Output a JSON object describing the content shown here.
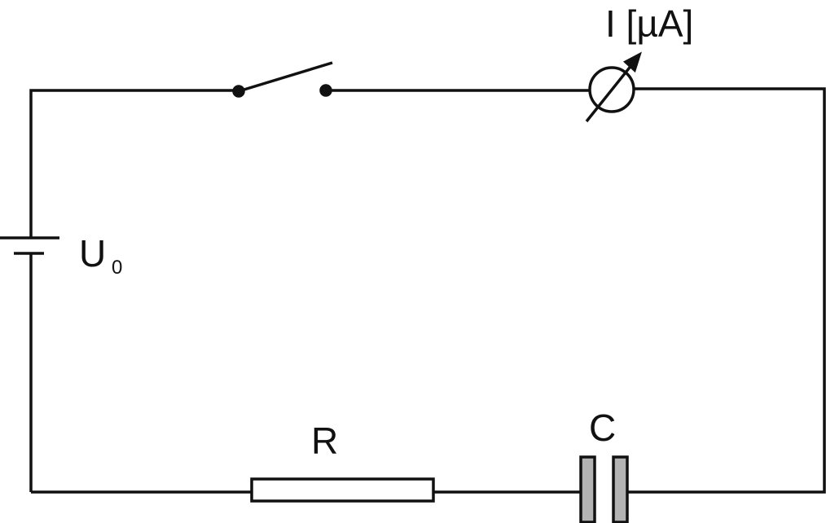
{
  "labels": {
    "current": "I [µA]",
    "voltage_main": "U",
    "voltage_sub": "0",
    "resistor": "R",
    "capacitor": "C"
  },
  "colors": {
    "wire": "#111111",
    "capacitor_fill": "#b3b3b3",
    "background": "#ffffff"
  }
}
